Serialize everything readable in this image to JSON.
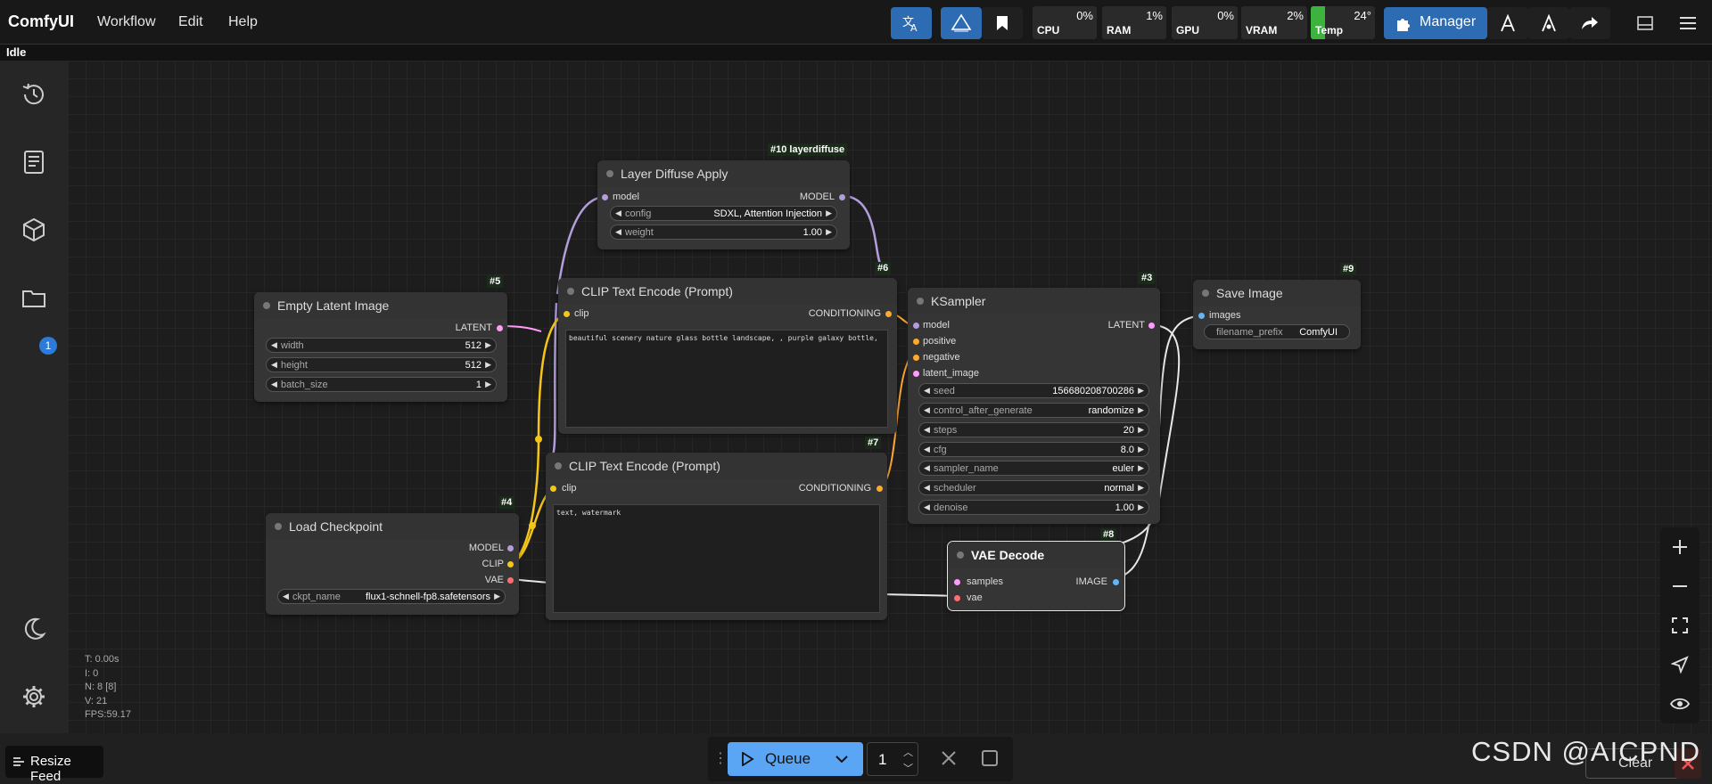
{
  "app": {
    "name": "ComfyUI",
    "status": "Idle"
  },
  "menu": [
    "Workflow",
    "Edit",
    "Help"
  ],
  "monitor": [
    {
      "label": "CPU",
      "value": "0%"
    },
    {
      "label": "RAM",
      "value": "1%"
    },
    {
      "label": "GPU",
      "value": "0%"
    },
    {
      "label": "VRAM",
      "value": "2%"
    },
    {
      "label": "Temp",
      "value": "24°"
    }
  ],
  "manager": {
    "label": "Manager"
  },
  "sidebar": {
    "queue_badge": "1"
  },
  "nodes": {
    "layer_diffuse": {
      "id": "#10 layerdiffuse",
      "title": "Layer Diffuse Apply",
      "input": "model",
      "output": "MODEL",
      "config_label": "config",
      "config_value": "SDXL, Attention Injection",
      "weight_label": "weight",
      "weight_value": "1.00"
    },
    "empty_latent": {
      "id": "#5",
      "title": "Empty Latent Image",
      "output": "LATENT",
      "width_label": "width",
      "width_value": "512",
      "height_label": "height",
      "height_value": "512",
      "batch_label": "batch_size",
      "batch_value": "1"
    },
    "clip_pos": {
      "id": "#6",
      "title": "CLIP Text Encode (Prompt)",
      "input": "clip",
      "output": "CONDITIONING",
      "text": "beautiful scenery nature glass bottle landscape, , purple galaxy bottle,"
    },
    "clip_neg": {
      "id": "#7",
      "title": "CLIP Text Encode (Prompt)",
      "input": "clip",
      "output": "CONDITIONING",
      "text": "text, watermark"
    },
    "ksampler": {
      "id": "#3",
      "title": "KSampler",
      "inputs": [
        "model",
        "positive",
        "negative",
        "latent_image"
      ],
      "output": "LATENT",
      "widgets": [
        {
          "label": "seed",
          "value": "156680208700286"
        },
        {
          "label": "control_after_generate",
          "value": "randomize"
        },
        {
          "label": "steps",
          "value": "20"
        },
        {
          "label": "cfg",
          "value": "8.0"
        },
        {
          "label": "sampler_name",
          "value": "euler"
        },
        {
          "label": "scheduler",
          "value": "normal"
        },
        {
          "label": "denoise",
          "value": "1.00"
        }
      ]
    },
    "save_image": {
      "id": "#9",
      "title": "Save Image",
      "input": "images",
      "prefix_label": "filename_prefix",
      "prefix_value": "ComfyUI"
    },
    "load_checkpoint": {
      "id": "#4",
      "title": "Load Checkpoint",
      "outputs": [
        "MODEL",
        "CLIP",
        "VAE"
      ],
      "ckpt_label": "ckpt_name",
      "ckpt_value": "flux1-schnell-fp8.safetensors"
    },
    "vae_decode": {
      "id": "#8",
      "title": "VAE Decode",
      "inputs": [
        "samples",
        "vae"
      ],
      "output": "IMAGE"
    }
  },
  "stats": [
    "T: 0.00s",
    "I: 0",
    "N: 8 [8]",
    "V: 21",
    "FPS:59.17"
  ],
  "bottom": {
    "resize_feed": "Resize Feed",
    "queue_label": "Queue",
    "batch_count": "1",
    "clear_label": "Clear",
    "watermark": "CSDN @AICPND"
  },
  "colors": {
    "accent": "#2d7bd8",
    "queue": "#5aa6f4",
    "model_wire": "#b39ddb",
    "clip_wire": "#f5c518",
    "latent_wire": "#ff9cf9",
    "cond_wire": "#ffa931",
    "vae_wire": "#ff6e6e",
    "image_wire": "#64b5f6"
  }
}
